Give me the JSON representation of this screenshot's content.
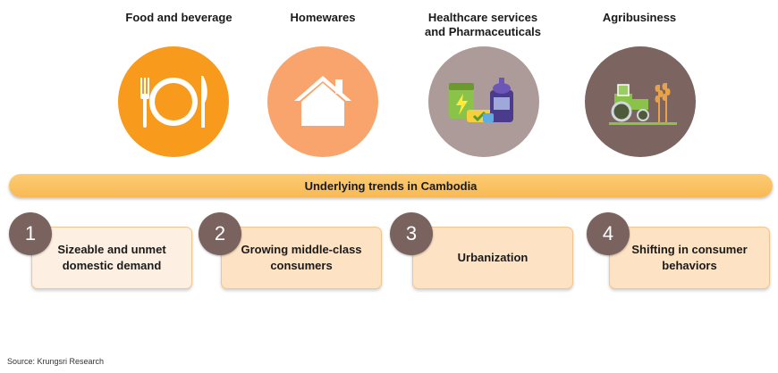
{
  "sectors": [
    {
      "title": "Food and beverage",
      "icon": "plate-cutlery-icon",
      "color": "#f89a1c"
    },
    {
      "title": "Homewares",
      "icon": "house-icon",
      "color": "#f9a46c"
    },
    {
      "title": "Healthcare services\nand Pharmaceuticals",
      "icon": "medicine-bottles-icon",
      "color": "#ad9b99"
    },
    {
      "title": "Agribusiness",
      "icon": "tractor-icon",
      "color": "#7c6460"
    }
  ],
  "trend_bar": {
    "label": "Underlying trends in Cambodia",
    "color": "#fbc468"
  },
  "trends": [
    {
      "number": "1",
      "label": "Sizeable and unmet\ndomestic demand",
      "color": "#fdf0e2"
    },
    {
      "number": "2",
      "label": "Growing middle-class\nconsumers",
      "color": "#fde2c4"
    },
    {
      "number": "3",
      "label": "Urbanization",
      "color": "#fde2c4"
    },
    {
      "number": "4",
      "label": "Shifting in consumer\nbehaviors",
      "color": "#fde2c4"
    }
  ],
  "source": "Source: Krungsri Research"
}
